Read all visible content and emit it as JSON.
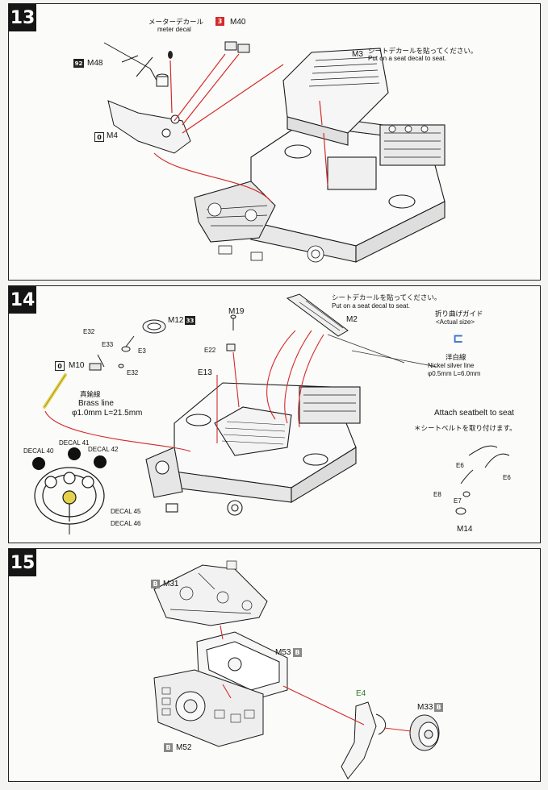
{
  "steps": [
    {
      "number": "13",
      "labels": {
        "meter_decal_jp": "メーターデカール",
        "meter_decal_en": "meter decal",
        "m40_tag": "3",
        "m40": "M40",
        "m48_tag": "92",
        "m48": "M48",
        "m4_tag": "0",
        "m4": "M4",
        "m3": "M3",
        "seat_decal_jp": "シートデカールを貼ってください。",
        "seat_decal_en": "Put on a seat decal to seat."
      }
    },
    {
      "number": "14",
      "labels": {
        "m19": "M19",
        "m12": "M12",
        "m12_tag": "33",
        "e32_top": "E32",
        "e33": "E33",
        "e3": "E3",
        "m10_tag": "0",
        "m10": "M10",
        "e32_bottom": "E32",
        "e22": "E22",
        "e13": "E13",
        "seat_decal_jp": "シートデカールを貼ってください。",
        "seat_decal_en": "Put on a seat decal to seat.",
        "m2": "M2",
        "fold_guide_jp": "折り曲げガイド",
        "fold_guide_en": "<Actual size>",
        "nickel_jp": "洋白線",
        "nickel_en": "Nickel silver line",
        "nickel_dim": "φ0.5mm L=6.0mm",
        "brass_jp": "真鍮線",
        "brass_en": "Brass line",
        "brass_dim": "φ1.0mm L=21.5mm",
        "decal_40": "DECAL 40",
        "decal_41": "DECAL 41",
        "decal_42": "DECAL 42",
        "decal_45": "DECAL 45",
        "decal_46": "DECAL 46",
        "attach_en": "Attach seatbelt to seat",
        "attach_jp": "＊シートベルトを取り付けます。",
        "e6_a": "E6",
        "e6_b": "E6",
        "e8": "E8",
        "e7": "E7",
        "m14": "M14"
      }
    },
    {
      "number": "15",
      "labels": {
        "m31_tag": "B",
        "m31": "M31",
        "m53": "M53",
        "m53_tag": "B",
        "m52_tag": "B",
        "m52": "M52",
        "e4": "E4",
        "m33": "M33",
        "m33_tag": "B"
      }
    }
  ],
  "colors": {
    "callout_red": "#d32a2a",
    "brass_yellow": "#e4d24a",
    "guide_blue": "#3a6fd0",
    "part_green": "#2d7a2d"
  }
}
